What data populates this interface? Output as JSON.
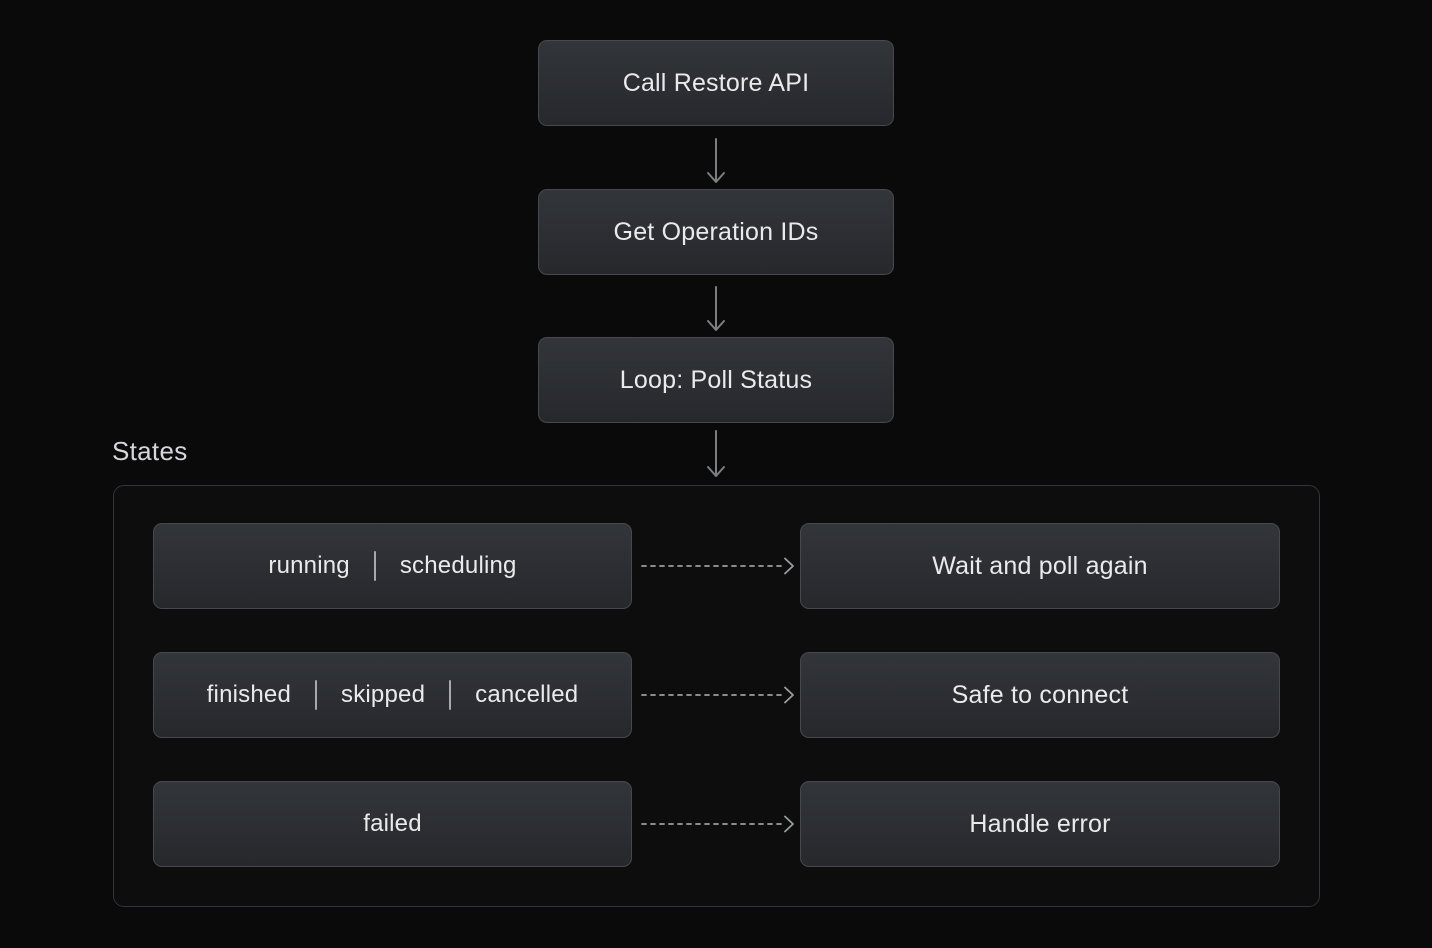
{
  "colors": {
    "background": "#0a0a0b",
    "node_fill_top": "#323539",
    "node_fill_bottom": "#26282c",
    "node_border": "#45484d",
    "node_text": "#e9eaec",
    "section_title_text": "#d6d7d9",
    "container_border": "#323439",
    "solid_arrow": "#7d7f84",
    "dashed_arrow": "#9b9da1"
  },
  "flow": {
    "steps": [
      {
        "label": "Call Restore API"
      },
      {
        "label": "Get Operation IDs"
      },
      {
        "label": "Loop: Poll Status"
      }
    ]
  },
  "states_section": {
    "title": "States",
    "rows": [
      {
        "states": [
          "running",
          "scheduling"
        ],
        "action": "Wait and poll again"
      },
      {
        "states": [
          "finished",
          "skipped",
          "cancelled"
        ],
        "action": "Safe to connect"
      },
      {
        "states": [
          "failed"
        ],
        "action": "Handle error"
      }
    ]
  }
}
